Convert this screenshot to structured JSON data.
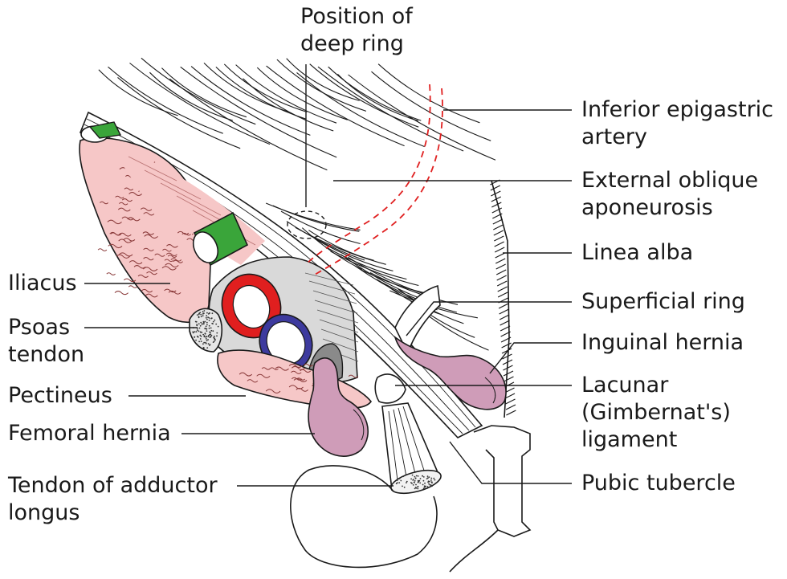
{
  "labels": {
    "deep_ring": [
      "Position of",
      "deep ring"
    ],
    "inferior_epigastric": [
      "Inferior epigastric",
      "artery"
    ],
    "external_oblique": [
      "External oblique",
      "aponeurosis"
    ],
    "linea_alba": "Linea alba",
    "superficial_ring": "Superficial ring",
    "inguinal_hernia": "Inguinal hernia",
    "lacunar": [
      "Lacunar",
      "(Gimbernat's)",
      "ligament"
    ],
    "pubic_tubercle": "Pubic tubercle",
    "iliacus": "Iliacus",
    "psoas_tendon": [
      "Psoas",
      "tendon"
    ],
    "pectineus": "Pectineus",
    "femoral_hernia": "Femoral hernia",
    "adductor_longus": [
      "Tendon of adductor",
      "longus"
    ]
  },
  "colors": {
    "muscle": "#f6c7c7",
    "muscle_texture": "#b86060",
    "nerve": "#3aa53a",
    "artery": "#e01f1f",
    "vein": "#3d3a9e",
    "hernia": "#cf9cb8",
    "epigastric_dashed": "#e02020",
    "outline": "#1a1a1a"
  }
}
